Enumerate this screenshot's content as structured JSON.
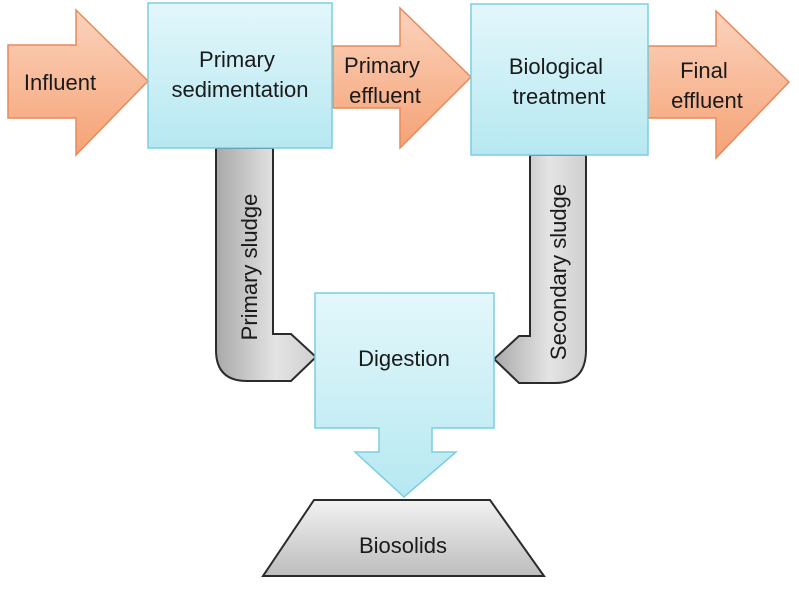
{
  "nodes": {
    "influent": "Influent",
    "primary_sedimentation": [
      "Primary",
      "sedimentation"
    ],
    "primary_effluent": [
      "Primary",
      "effluent"
    ],
    "biological_treatment": [
      "Biological",
      "treatment"
    ],
    "final_effluent": [
      "Final",
      "effluent"
    ],
    "primary_sludge": "Primary sludge",
    "secondary_sludge": "Secondary sludge",
    "digestion": "Digestion",
    "biosolids": "Biosolids"
  }
}
